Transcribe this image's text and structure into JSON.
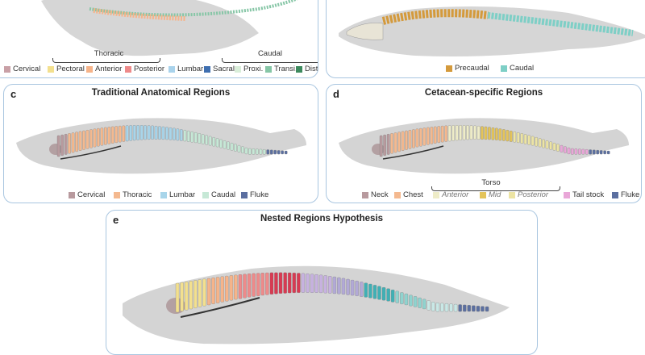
{
  "panels": {
    "a": {
      "legend": {
        "items": [
          "Cervical",
          "Pectoral",
          "Anterior",
          "Posterior",
          "Lumbar",
          "Sacral",
          "Proxi.",
          "Transi.",
          "Distal"
        ],
        "colors": [
          "#c9a0a6",
          "#f3e08e",
          "#f6b48a",
          "#ee8a8a",
          "#a9d3ec",
          "#3f6fb0",
          "#d9eed9",
          "#86c6a6",
          "#3d8a5e"
        ],
        "group_thoracic": "Thoracic",
        "group_caudal": "Caudal"
      }
    },
    "b": {
      "legend": {
        "items": [
          "Precaudal",
          "Caudal"
        ],
        "colors": [
          "#d49a3c",
          "#7ecfc6"
        ]
      }
    },
    "c": {
      "letter": "c",
      "title": "Traditional Anatomical Regions",
      "legend": {
        "items": [
          "Cervical",
          "Thoracic",
          "Lumbar",
          "Caudal",
          "Fluke"
        ],
        "colors": [
          "#b89a9e",
          "#f4b98f",
          "#a8d5ea",
          "#c6e8d6",
          "#5b6fa0"
        ]
      }
    },
    "d": {
      "letter": "d",
      "title": "Cetacean-specific Regions",
      "legend": {
        "items": [
          "Neck",
          "Chest",
          "Anterior",
          "Mid",
          "Posterior",
          "Tail stock",
          "Fluke"
        ],
        "colors": [
          "#b89a9e",
          "#f4b98f",
          "#eeecc8",
          "#e4c45a",
          "#ece4a4",
          "#e9a7d8",
          "#5b6fa0"
        ],
        "group_torso": "Torso"
      }
    },
    "e": {
      "letter": "e",
      "title": "Nested Regions Hypothesis"
    }
  },
  "colors": {
    "panel_border": "#a9c6e0",
    "silhouette": "#d9d9d9",
    "skull": "#b3a0a2",
    "rib": "#3a3a3a"
  }
}
